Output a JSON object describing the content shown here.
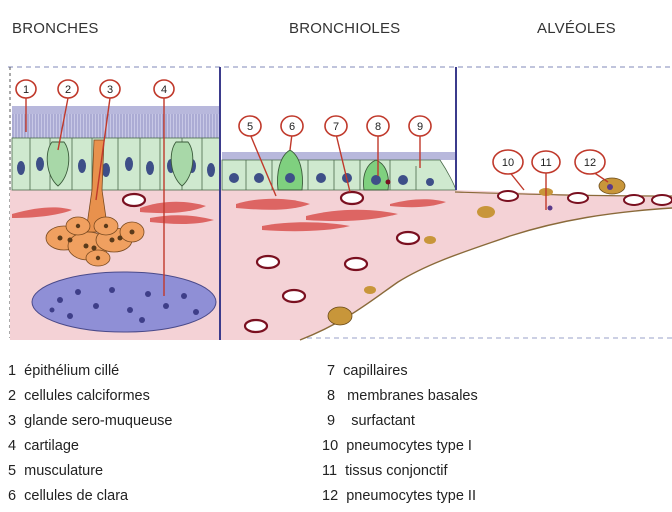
{
  "headers": {
    "bronches": "BRONCHES",
    "bronchioles": "BRONCHIOLES",
    "alveoles": "ALVÉOLES"
  },
  "markers": [
    "1",
    "2",
    "3",
    "4",
    "5",
    "6",
    "7",
    "8",
    "9",
    "10",
    "11",
    "12"
  ],
  "legend": [
    {
      "num": "1",
      "label": "épithélium cillé"
    },
    {
      "num": "2",
      "label": "cellules calciformes"
    },
    {
      "num": "3",
      "label": "glande sero-muqueuse"
    },
    {
      "num": "4",
      "label": "cartilage"
    },
    {
      "num": "5",
      "label": "musculature"
    },
    {
      "num": "6",
      "label": "cellules de clara"
    },
    {
      "num": "7",
      "label": "capillaires"
    },
    {
      "num": "8",
      "label": "membranes basales"
    },
    {
      "num": "9",
      "label": "surfactant"
    },
    {
      "num": "10",
      "label": "pneumocytes type I"
    },
    {
      "num": "11",
      "label": "tissus conjonctif"
    },
    {
      "num": "12",
      "label": "pneumocytes type II"
    }
  ],
  "colors": {
    "tissue": "#f4d2d6",
    "muscle": "#d9534f",
    "epithelium": "#cfe9cf",
    "goblet": "#7fd07f",
    "nucleus": "#3e4f88",
    "cartilage": "#8f8fd6",
    "gland": "#e8914d",
    "divider": "#3b3b8c",
    "brown": "#b8862d",
    "marker": "#c0392b"
  }
}
